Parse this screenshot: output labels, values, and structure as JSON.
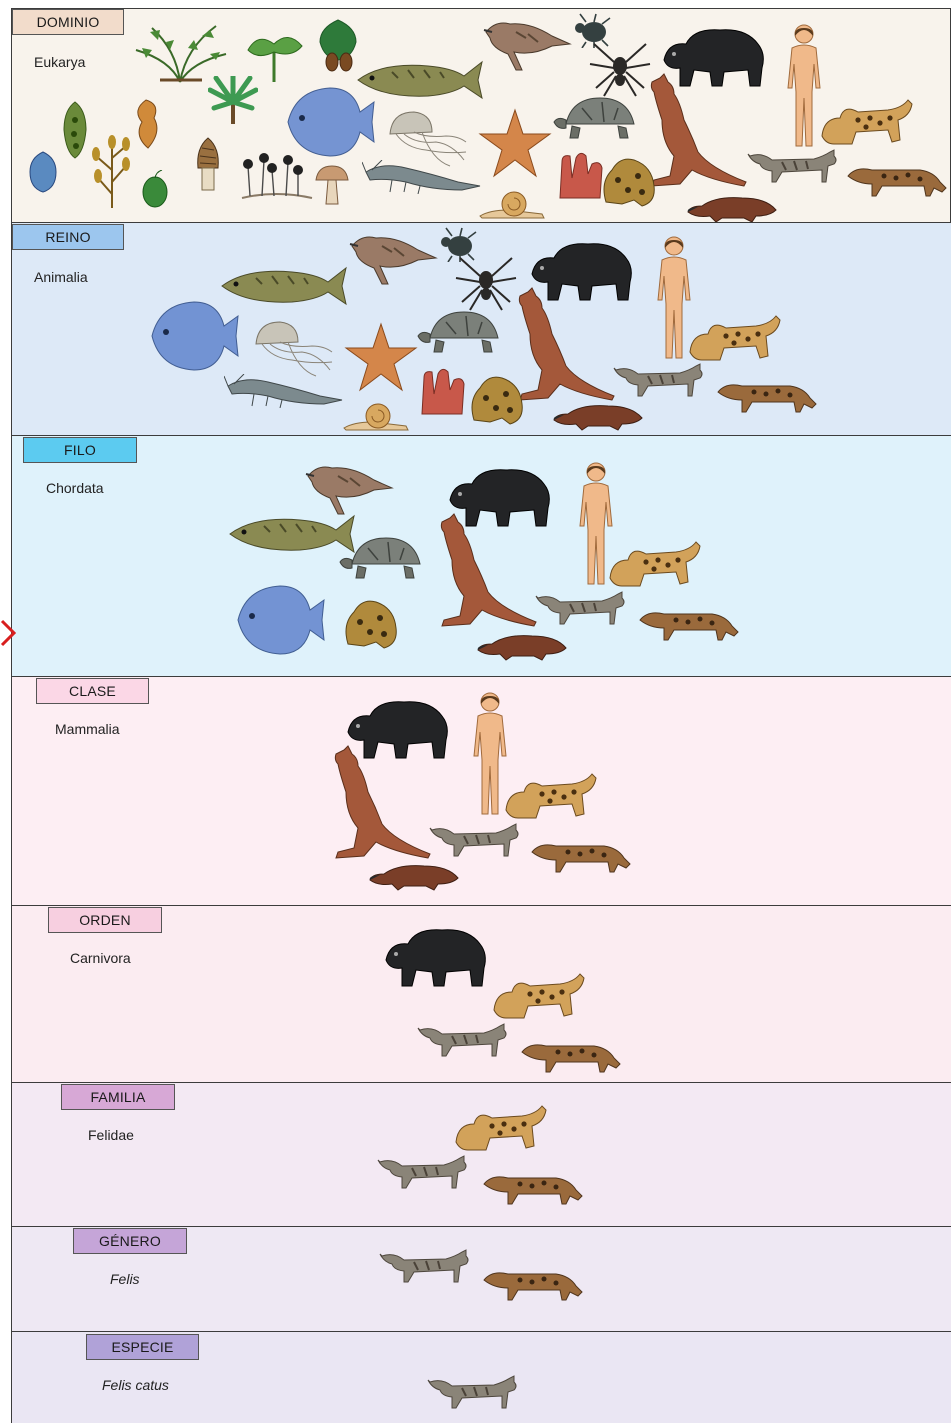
{
  "ranks": [
    {
      "label": "DOMINIO",
      "name": "Eukarya",
      "italic": false,
      "label_bg": "#f2dccb"
    },
    {
      "label": "REINO",
      "name": "Animalia",
      "italic": false,
      "label_bg": "#9cc6ee"
    },
    {
      "label": "FILO",
      "name": "Chordata",
      "italic": false,
      "label_bg": "#5ccbf0"
    },
    {
      "label": "CLASE",
      "name": "Mammalia",
      "italic": false,
      "label_bg": "#fbd7e6"
    },
    {
      "label": "ORDEN",
      "name": "Carnivora",
      "italic": false,
      "label_bg": "#f7cfe0"
    },
    {
      "label": "FAMILIA",
      "name": "Felidae",
      "italic": false,
      "label_bg": "#d7a8d6"
    },
    {
      "label": "GÉNERO",
      "name": "Felis",
      "italic": true,
      "label_bg": "#c5a5d8"
    },
    {
      "label": "ESPECIE",
      "name": "Felis catus",
      "italic": true,
      "label_bg": "#b0a2d8"
    }
  ],
  "band_colors": [
    "#f8f3ec",
    "#dde9f7",
    "#dff2fb",
    "#fdeef3",
    "#fbecf1",
    "#f3e9f3",
    "#eee8f3",
    "#eae6f3"
  ],
  "organisms": {
    "cat": "domestic cat",
    "ocelot": "ocelot",
    "leopard": "leopard",
    "bear": "bear",
    "human": "human",
    "kangaroo": "kangaroo",
    "platypus": "platypus",
    "fish": "fish",
    "tang": "blue fish",
    "turtle": "turtle",
    "frog": "frog",
    "bird": "bird",
    "starfish": "starfish",
    "sponge": "sponge",
    "shrimp": "shrimp",
    "snail": "snail",
    "jellyfish": "jellyfish",
    "spider": "spider",
    "beetle": "beetle",
    "fern": "fern",
    "moss": "moss",
    "tree": "palm",
    "pine": "conifer",
    "mushroom": "mushroom",
    "mold": "mold",
    "morel": "morel",
    "protist": "protist",
    "alga": "alga"
  },
  "colors": {
    "border": "#3c3c3c",
    "marker": "#d81e1e"
  }
}
